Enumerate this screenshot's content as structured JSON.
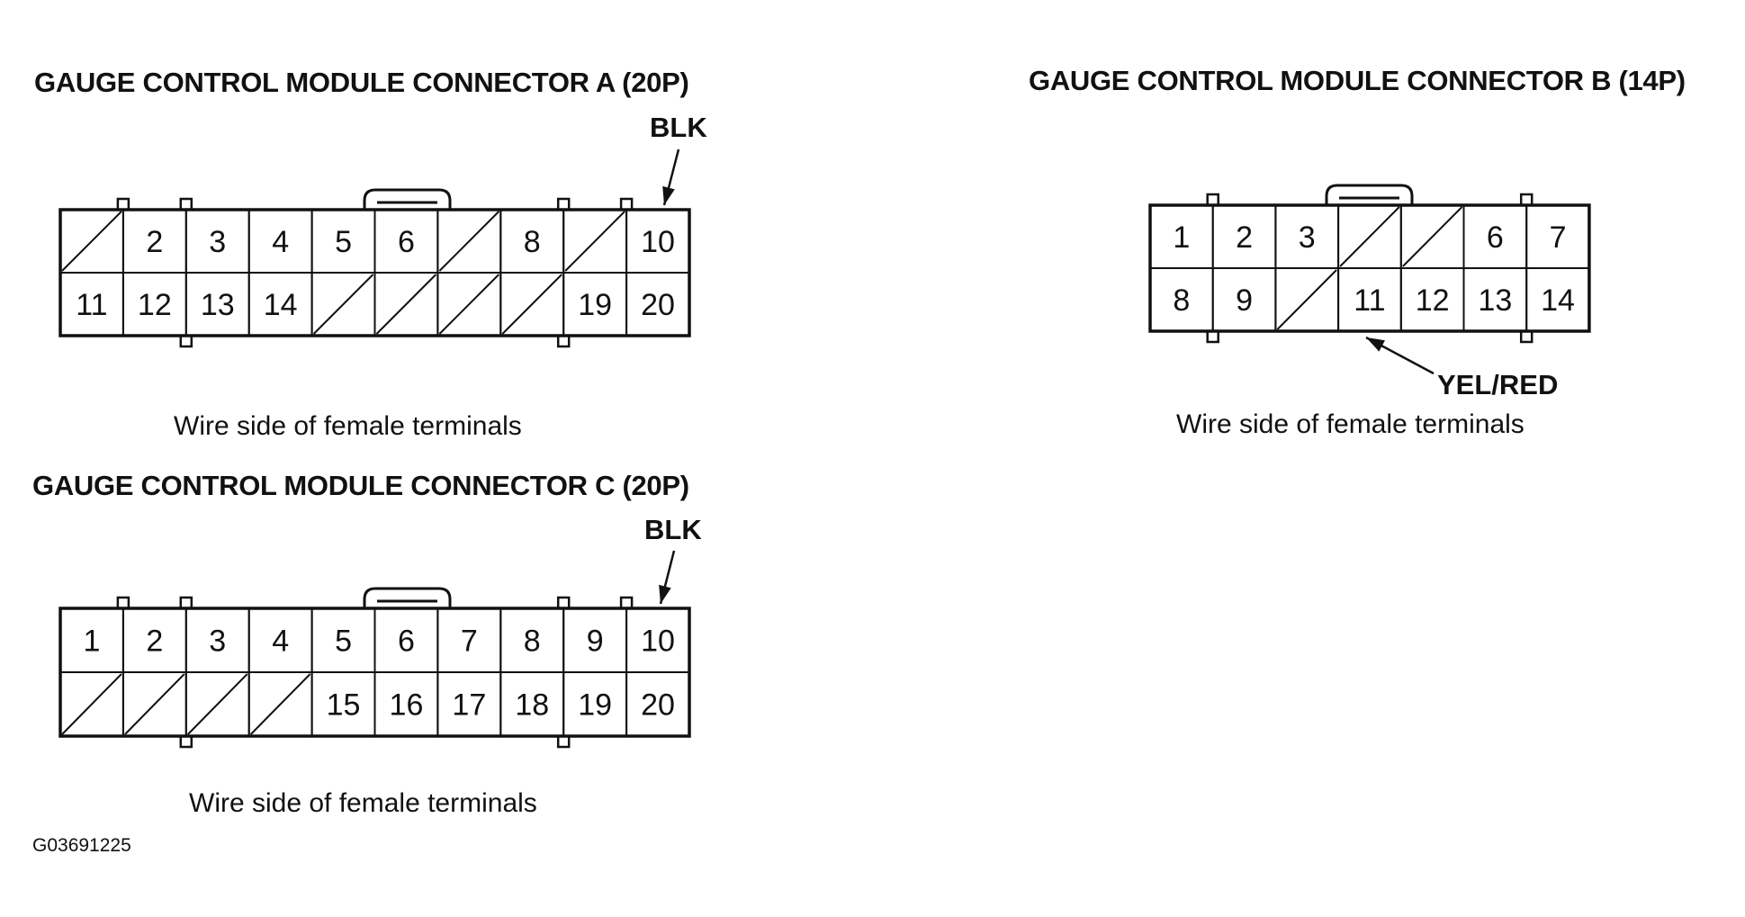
{
  "figure_id": "G03691225",
  "connectors": [
    {
      "key": "A",
      "title": "GAUGE CONTROL MODULE CONNECTOR A (20P)",
      "callouts": [
        {
          "label": "BLK",
          "pin": "10"
        }
      ],
      "caption": "Wire side of female terminals",
      "rows": [
        [
          {
            "pin": "",
            "empty": true
          },
          {
            "pin": "2"
          },
          {
            "pin": "3"
          },
          {
            "pin": "4"
          },
          {
            "pin": "5"
          },
          {
            "pin": "6"
          },
          {
            "pin": "",
            "empty": true
          },
          {
            "pin": "8"
          },
          {
            "pin": "",
            "empty": true
          },
          {
            "pin": "10"
          }
        ],
        [
          {
            "pin": "11"
          },
          {
            "pin": "12"
          },
          {
            "pin": "13"
          },
          {
            "pin": "14"
          },
          {
            "pin": "",
            "empty": true
          },
          {
            "pin": "",
            "empty": true
          },
          {
            "pin": "",
            "empty": true
          },
          {
            "pin": "",
            "empty": true
          },
          {
            "pin": "19"
          },
          {
            "pin": "20"
          }
        ]
      ]
    },
    {
      "key": "B",
      "title": "GAUGE CONTROL MODULE CONNECTOR B (14P)",
      "callouts": [
        {
          "label": "YEL/RED",
          "pin": "11"
        }
      ],
      "caption": "Wire side of female terminals",
      "rows": [
        [
          {
            "pin": "1"
          },
          {
            "pin": "2"
          },
          {
            "pin": "3"
          },
          {
            "pin": "",
            "empty": true
          },
          {
            "pin": "",
            "empty": true
          },
          {
            "pin": "6"
          },
          {
            "pin": "7"
          }
        ],
        [
          {
            "pin": "8"
          },
          {
            "pin": "9"
          },
          {
            "pin": "",
            "empty": true
          },
          {
            "pin": "11"
          },
          {
            "pin": "12"
          },
          {
            "pin": "13"
          },
          {
            "pin": "14"
          }
        ]
      ]
    },
    {
      "key": "C",
      "title": "GAUGE CONTROL MODULE CONNECTOR C (20P)",
      "callouts": [
        {
          "label": "BLK",
          "pin": "10"
        }
      ],
      "caption": "Wire side of female terminals",
      "rows": [
        [
          {
            "pin": "1"
          },
          {
            "pin": "2"
          },
          {
            "pin": "3"
          },
          {
            "pin": "4"
          },
          {
            "pin": "5"
          },
          {
            "pin": "6"
          },
          {
            "pin": "7"
          },
          {
            "pin": "8"
          },
          {
            "pin": "9"
          },
          {
            "pin": "10"
          }
        ],
        [
          {
            "pin": "",
            "empty": true
          },
          {
            "pin": "",
            "empty": true
          },
          {
            "pin": "",
            "empty": true
          },
          {
            "pin": "",
            "empty": true
          },
          {
            "pin": "15"
          },
          {
            "pin": "16"
          },
          {
            "pin": "17"
          },
          {
            "pin": "18"
          },
          {
            "pin": "19"
          },
          {
            "pin": "20"
          }
        ]
      ]
    }
  ]
}
